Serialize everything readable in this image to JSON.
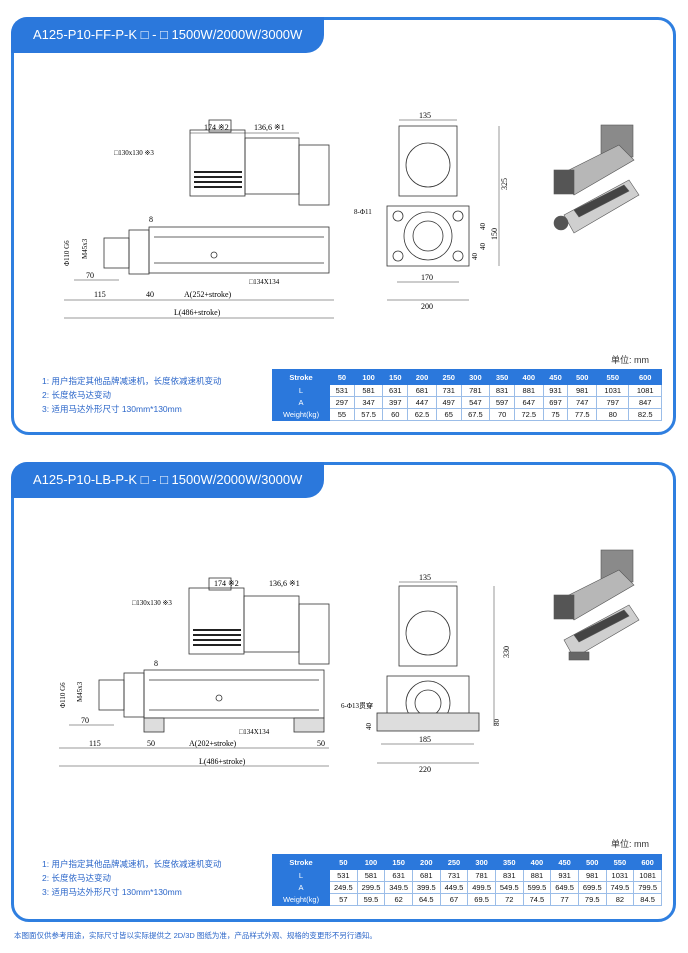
{
  "panels": [
    {
      "title": "A125-P10-FF-P-K □ - □ 1500W/2000W/3000W",
      "unit": "单位: mm",
      "notes": [
        "1: 用户指定其他品牌减速机，长度依减速机变动",
        "2: 长度依马达变动",
        "3: 适用马达外形尺寸 130mm*130mm"
      ],
      "table": {
        "header": [
          "Stroke",
          "50",
          "100",
          "150",
          "200",
          "250",
          "300",
          "350",
          "400",
          "450",
          "500",
          "550",
          "600"
        ],
        "rows": [
          {
            "label": "L",
            "values": [
              "531",
              "581",
              "631",
              "681",
              "731",
              "781",
              "831",
              "881",
              "931",
              "981",
              "1031",
              "1081"
            ]
          },
          {
            "label": "A",
            "values": [
              "297",
              "347",
              "397",
              "447",
              "497",
              "547",
              "597",
              "647",
              "697",
              "747",
              "797",
              "847"
            ]
          },
          {
            "label": "Weight(kg)",
            "values": [
              "55",
              "57.5",
              "60",
              "62.5",
              "65",
              "67.5",
              "70",
              "72.5",
              "75",
              "77.5",
              "80",
              "82.5"
            ]
          }
        ]
      },
      "dims": {
        "d174": "174 ※2",
        "d136": "136,6 ※1",
        "motor": "□130x130 ※3",
        "d8": "8",
        "phi110": "Φ110 G6",
        "m45": "M45x3",
        "d70": "70",
        "d115": "115",
        "d40": "40",
        "a": "A(252+stroke)",
        "sq134": "□134X134",
        "l": "L(486+stroke)",
        "d135": "135",
        "holes": "8-Φ11",
        "d325": "325",
        "d150": "150",
        "d40a": "40",
        "d40b": "40",
        "d40c": "40",
        "d170": "170",
        "d200": "200"
      }
    },
    {
      "title": "A125-P10-LB-P-K □ - □ 1500W/2000W/3000W",
      "unit": "单位: mm",
      "notes": [
        "1: 用户指定其他品牌减速机，长度依减速机变动",
        "2: 长度依马达变动",
        "3: 适用马达外形尺寸 130mm*130mm"
      ],
      "table": {
        "header": [
          "Stroke",
          "50",
          "100",
          "150",
          "200",
          "250",
          "300",
          "350",
          "400",
          "450",
          "500",
          "550",
          "600"
        ],
        "rows": [
          {
            "label": "L",
            "values": [
              "531",
              "581",
              "631",
              "681",
              "731",
              "781",
              "831",
              "881",
              "931",
              "981",
              "1031",
              "1081"
            ]
          },
          {
            "label": "A",
            "values": [
              "249.5",
              "299.5",
              "349.5",
              "399.5",
              "449.5",
              "499.5",
              "549.5",
              "599.5",
              "649.5",
              "699.5",
              "749.5",
              "799.5"
            ]
          },
          {
            "label": "Weight(kg)",
            "values": [
              "57",
              "59.5",
              "62",
              "64.5",
              "67",
              "69.5",
              "72",
              "74.5",
              "77",
              "79.5",
              "82",
              "84.5"
            ]
          }
        ]
      },
      "dims": {
        "d174": "174 ※2",
        "d136": "136,6 ※1",
        "motor": "□130x130 ※3",
        "d8": "8",
        "phi110": "Φ110 G6",
        "m45": "M45x3",
        "d70": "70",
        "d115": "115",
        "d50a": "50",
        "d50b": "50",
        "a": "A(202+stroke)",
        "sq134": "□134X134",
        "l": "L(486+stroke)",
        "d135": "135",
        "holes": "6-Φ13贯穿",
        "d330": "330",
        "d40": "40",
        "d80": "80",
        "d185": "185",
        "d220": "220"
      }
    }
  ],
  "footer": "本图面仅供参考用途，实际尺寸皆以实际提供之 2D/3D 图纸为准，产品样式外观、规格的变更形不另行通知。",
  "colors": {
    "accent": "#2b78dc",
    "border": "#2f7fe0",
    "note": "#2b66c9"
  }
}
